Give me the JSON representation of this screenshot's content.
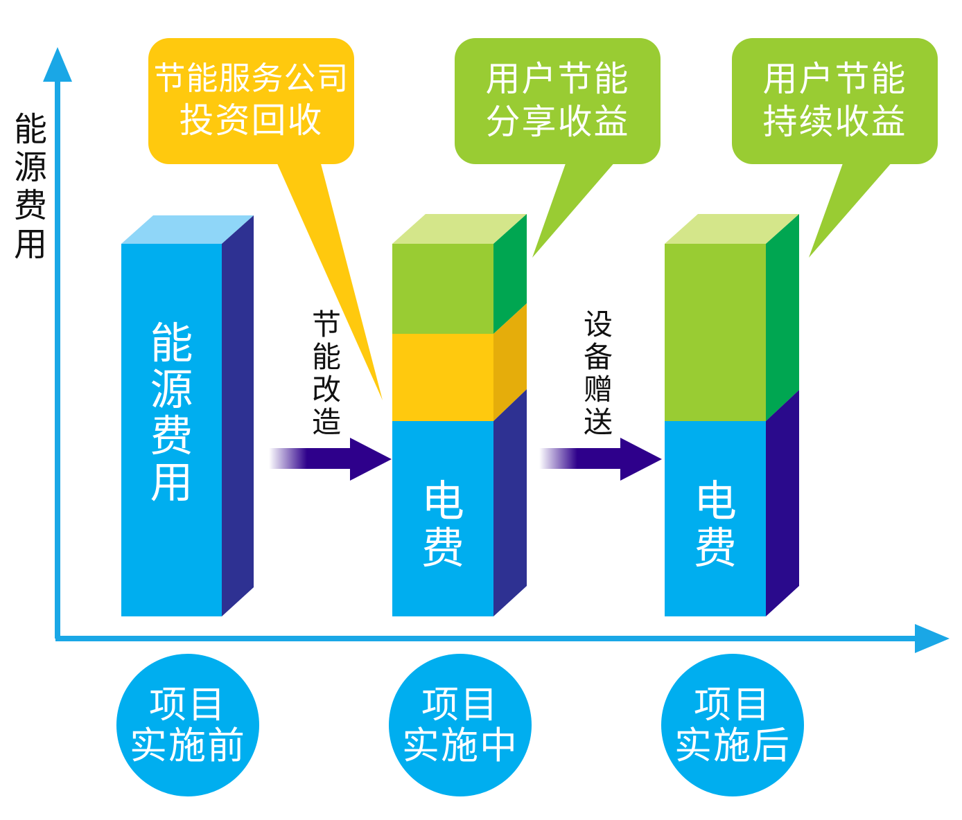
{
  "y_axis_label": [
    "能",
    "源",
    "费",
    "用"
  ],
  "bars": [
    {
      "id": "before",
      "label_chars": [
        "能",
        "源",
        "费",
        "用"
      ]
    },
    {
      "id": "during",
      "label_chars": [
        "电",
        "费"
      ]
    },
    {
      "id": "after",
      "label_chars": [
        "电",
        "费"
      ]
    }
  ],
  "callouts": [
    {
      "line1": "节能服务公司",
      "line2": "投资回收",
      "color": "#ffc90e"
    },
    {
      "line1": "用户节能",
      "line2": "分享收益",
      "color": "#99cc33"
    },
    {
      "line1": "用户节能",
      "line2": "持续收益",
      "color": "#99cc33"
    }
  ],
  "arrows": [
    {
      "label_chars": [
        "节",
        "能",
        "改",
        "造"
      ]
    },
    {
      "label_chars": [
        "设",
        "备",
        "赠",
        "送"
      ]
    }
  ],
  "stages": [
    {
      "line1": "项目",
      "line2": "实施前"
    },
    {
      "line1": "项目",
      "line2": "实施中"
    },
    {
      "line1": "项目",
      "line2": "实施后"
    }
  ],
  "colors": {
    "axis": "#1aa7e6",
    "bar_blue_front": "#00aeef",
    "bar_blue_side": "#2e3192",
    "bar_green_front": "#99cc33",
    "bar_green_side": "#00a651",
    "bar_green_top": "#d4e68a",
    "bar_yellow_front": "#ffc90e",
    "bar_yellow_side": "#e5ad0b",
    "stage_circle": "#00aeef",
    "arrow": "#2e008b"
  }
}
